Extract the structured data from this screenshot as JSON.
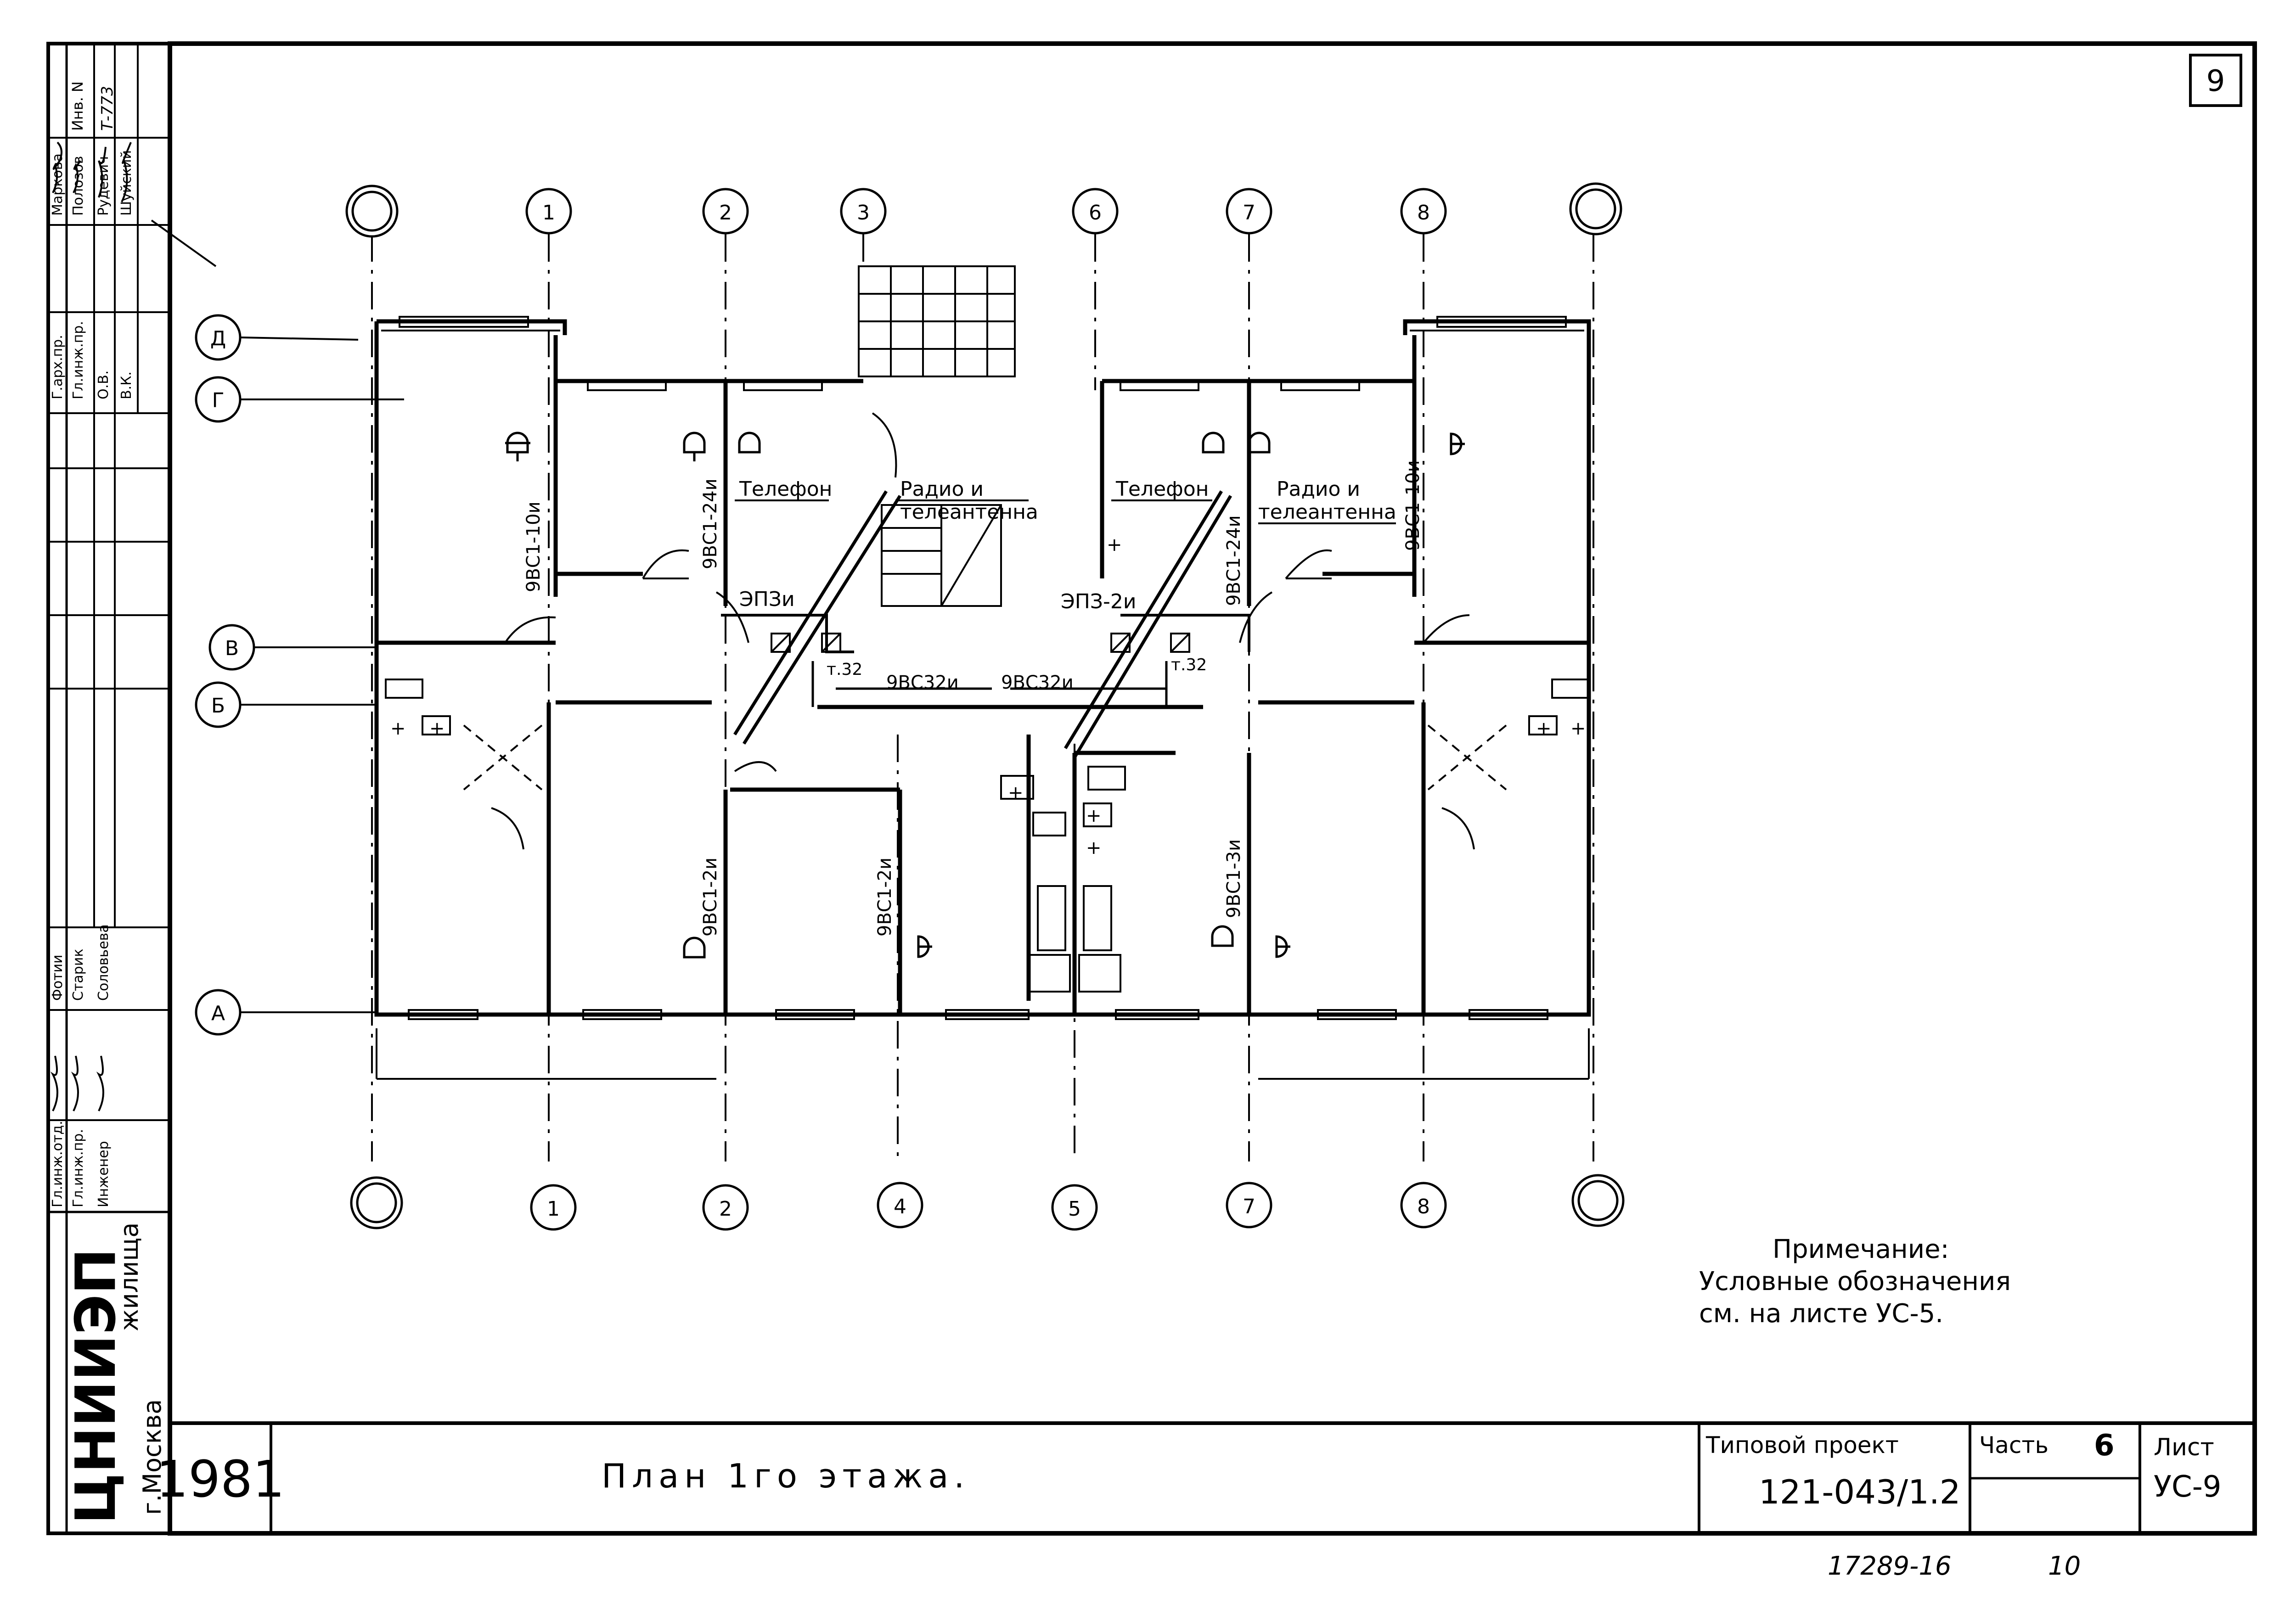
{
  "sheet_number": "9",
  "side_stamp": {
    "roles": [
      "Г.арх.пр.",
      "Гл.инж.пр.",
      "О.В.",
      "В.К."
    ],
    "names": [
      "Маркова",
      "Полозов",
      "Рудевич",
      "Шуйский"
    ],
    "inv_label": "Инв. N",
    "inv_number": "Т-773",
    "lower_roles": [
      "Гл.инж.отд.",
      "Гл.инж.пр.",
      "Инженер"
    ],
    "lower_names": [
      "Фотии",
      "Старик",
      "Соловьева"
    ],
    "org": "ЦНИИЭП",
    "org_sub": "жилища",
    "city": "г.Москва"
  },
  "axes": {
    "top": [
      "1",
      "2",
      "3",
      "6",
      "7",
      "8"
    ],
    "bottom": [
      "1",
      "2",
      "4",
      "5",
      "7",
      "8"
    ],
    "rows": [
      "Д",
      "Г",
      "В",
      "Б",
      "А"
    ]
  },
  "rooms": {
    "phone_left": "Телефон",
    "radio_left_1": "Радио и",
    "radio_left_2": "телеантенна",
    "phone_right": "Телефон",
    "radio_right_1": "Радио и",
    "radio_right_2": "телеантенна",
    "risers": [
      "9ВС1-10и",
      "9ВС1-24и",
      "9ВС1-2и",
      "9ВС1-2и",
      "9ВС1-3и",
      "9ВС1-24и",
      "9ВС1-10и"
    ],
    "panel_left": "ЭПЗи",
    "panel_right": "ЭПЗ-2и",
    "t_left": "т.32",
    "t_right": "т.32",
    "line_left": "9ВС32и",
    "line_right": "9ВС32и"
  },
  "note": {
    "title": "Примечание:",
    "line1": "Условные обозначения",
    "line2": "см. на листе УС-5."
  },
  "title_block": {
    "year": "1981",
    "title": "План 1го этажа.",
    "project_label": "Типовой проект",
    "project_number": "121-043/1.2",
    "part_label": "Часть",
    "part_value": "6",
    "sheet_label": "Лист",
    "sheet_value": "УС-9"
  },
  "footer_number": "17289-16",
  "footer_page": "10"
}
